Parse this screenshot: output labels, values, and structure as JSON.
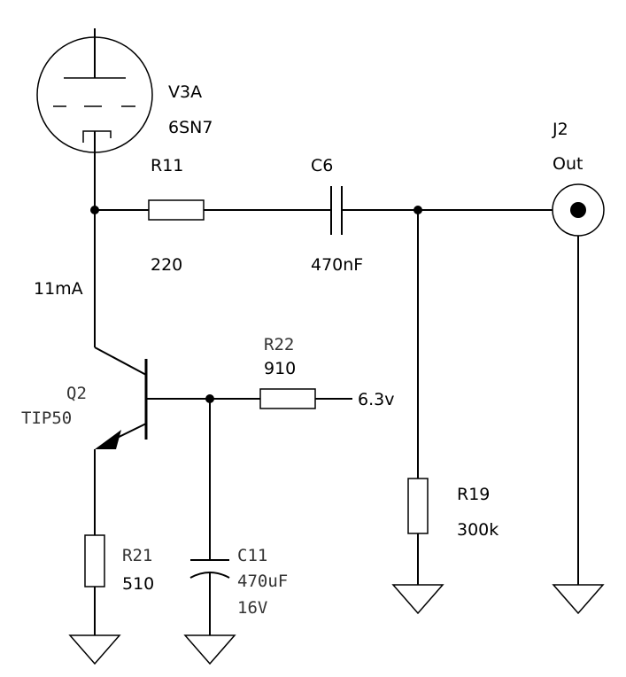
{
  "tube": {
    "ref": "V3A",
    "value": "6SN7"
  },
  "r11": {
    "ref": "R11",
    "value": "220"
  },
  "c6": {
    "ref": "C6",
    "value": "470nF"
  },
  "j2": {
    "ref": "J2",
    "value": "Out"
  },
  "current": "11mA",
  "q2": {
    "ref": "Q2",
    "value": "TIP50"
  },
  "r22": {
    "ref": "R22",
    "value": "910"
  },
  "supply": "6.3v",
  "r19": {
    "ref": "R19",
    "value": "300k"
  },
  "r21": {
    "ref": "R21",
    "value": "510"
  },
  "c11": {
    "ref": "C11",
    "value": "470uF",
    "voltage": "16V"
  }
}
